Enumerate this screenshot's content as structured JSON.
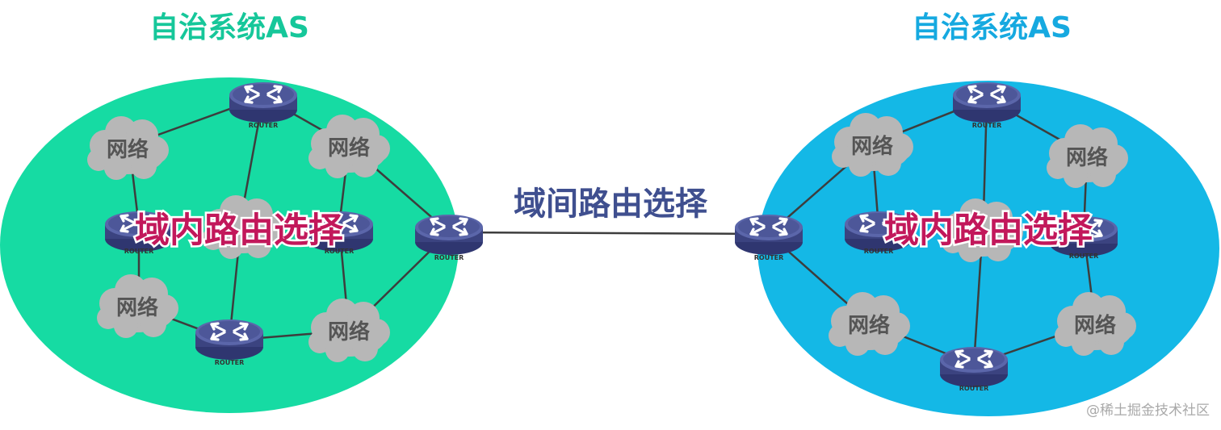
{
  "title_left": "自治系统AS",
  "title_right": "自治系统AS",
  "inter_domain_label": "域间路由选择",
  "intra_domain_label_left": "域内路由选择",
  "intra_domain_label_right": "域内路由选择",
  "network_label": "网络",
  "router_label": "ROUTER",
  "watermark": "@稀土掘金技术社区",
  "colors": {
    "as_left_fill": "#16dba3",
    "as_right_fill": "#14b8e6",
    "title_left": "#16c79a",
    "title_right": "#16a9e0",
    "router_body": "#4d5799",
    "cloud": "#b7b7b7",
    "intra_label": "#c2185b",
    "inter_label": "#3f4f8f"
  }
}
